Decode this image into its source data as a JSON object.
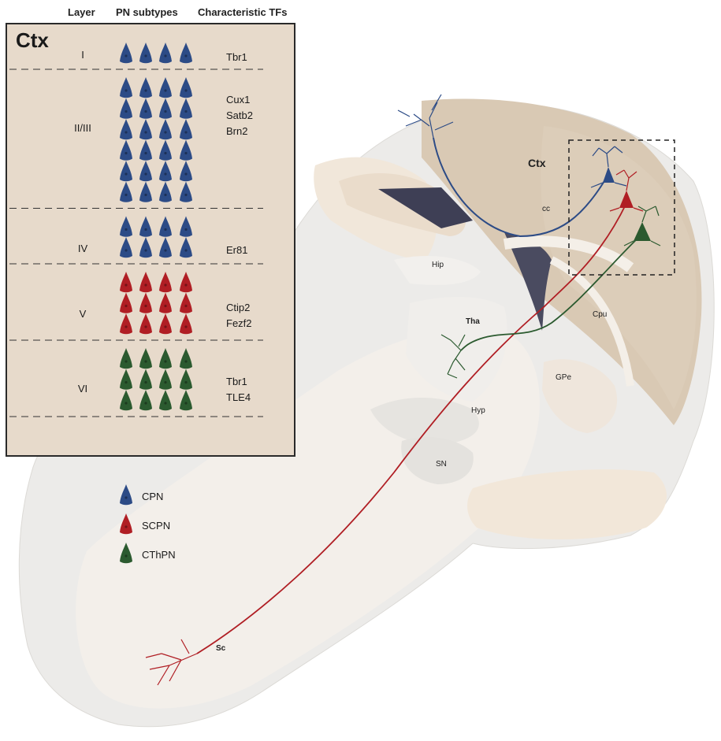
{
  "headers": {
    "layer": "Layer",
    "subtypes": "PN subtypes",
    "tfs": "Characteristic TFs"
  },
  "panel": {
    "title": "Ctx"
  },
  "layers": [
    {
      "name": "I",
      "rows": 1,
      "type": "CPN",
      "tfs": [
        "Tbr1"
      ]
    },
    {
      "name": "II/III",
      "rows": 6,
      "type": "CPN",
      "tfs": [
        "Cux1",
        "Satb2",
        "Brn2"
      ]
    },
    {
      "name": "IV",
      "rows": 2,
      "type": "CPN",
      "tfs": [
        "Er81"
      ]
    },
    {
      "name": "V",
      "rows": 3,
      "type": "SCPN",
      "tfs": [
        "Ctip2",
        "Fezf2"
      ]
    },
    {
      "name": "VI",
      "rows": 3,
      "type": "CThPN",
      "tfs": [
        "Tbr1",
        "TLE4"
      ]
    }
  ],
  "legend": [
    {
      "key": "CPN",
      "label": "CPN",
      "color": "#2c4b86"
    },
    {
      "key": "SCPN",
      "label": "SCPN",
      "color": "#b01e24"
    },
    {
      "key": "CThPN",
      "label": "CThPN",
      "color": "#2b5a2f"
    }
  ],
  "regions": {
    "ctx": "Ctx",
    "cc": "cc",
    "hip": "Hip",
    "tha": "Tha",
    "cpu": "Cpu",
    "gpe": "GPe",
    "hyp": "Hyp",
    "sn": "SN",
    "sc": "Sc"
  }
}
